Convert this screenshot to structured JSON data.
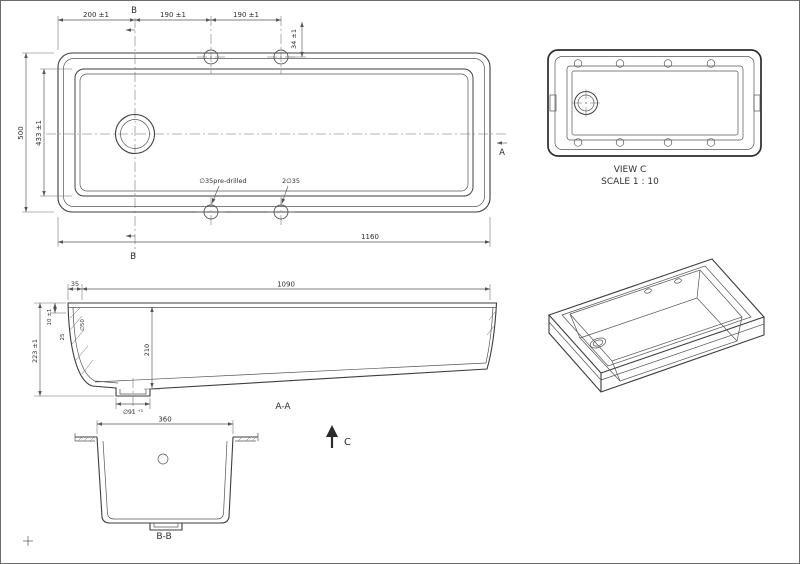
{
  "colors": {
    "background": "#ffffff",
    "line": "#3d3d3d",
    "dimension_line": "#555555",
    "text": "#2f2f2f"
  },
  "plan": {
    "dim_200": "200 ±1",
    "dim_190_1": "190 ±1",
    "dim_190_2": "190 ±1",
    "dim_34": "34 ±1",
    "dim_500": "500",
    "dim_433": "433 ±1",
    "dim_1160": "1160",
    "section_b_top": "B",
    "section_b_bottom": "B",
    "section_a": "A",
    "note_predrilled": "∅35pre-drilled",
    "note_two_holes": "2∅35"
  },
  "view_c": {
    "title": "VIEW C",
    "scale": "SCALE 1 : 10"
  },
  "section_aa": {
    "dim_35": "35",
    "dim_1090": "1090",
    "dim_10": "10 ±1",
    "dim_50": "∅50",
    "dim_25": "25",
    "dim_223": "223 ±1",
    "dim_210": "210",
    "dim_91": "∅91 ⁺¹",
    "caption": "A-A"
  },
  "direction_c": {
    "label": "C"
  },
  "section_bb": {
    "dim_360": "360",
    "caption": "B-B"
  }
}
